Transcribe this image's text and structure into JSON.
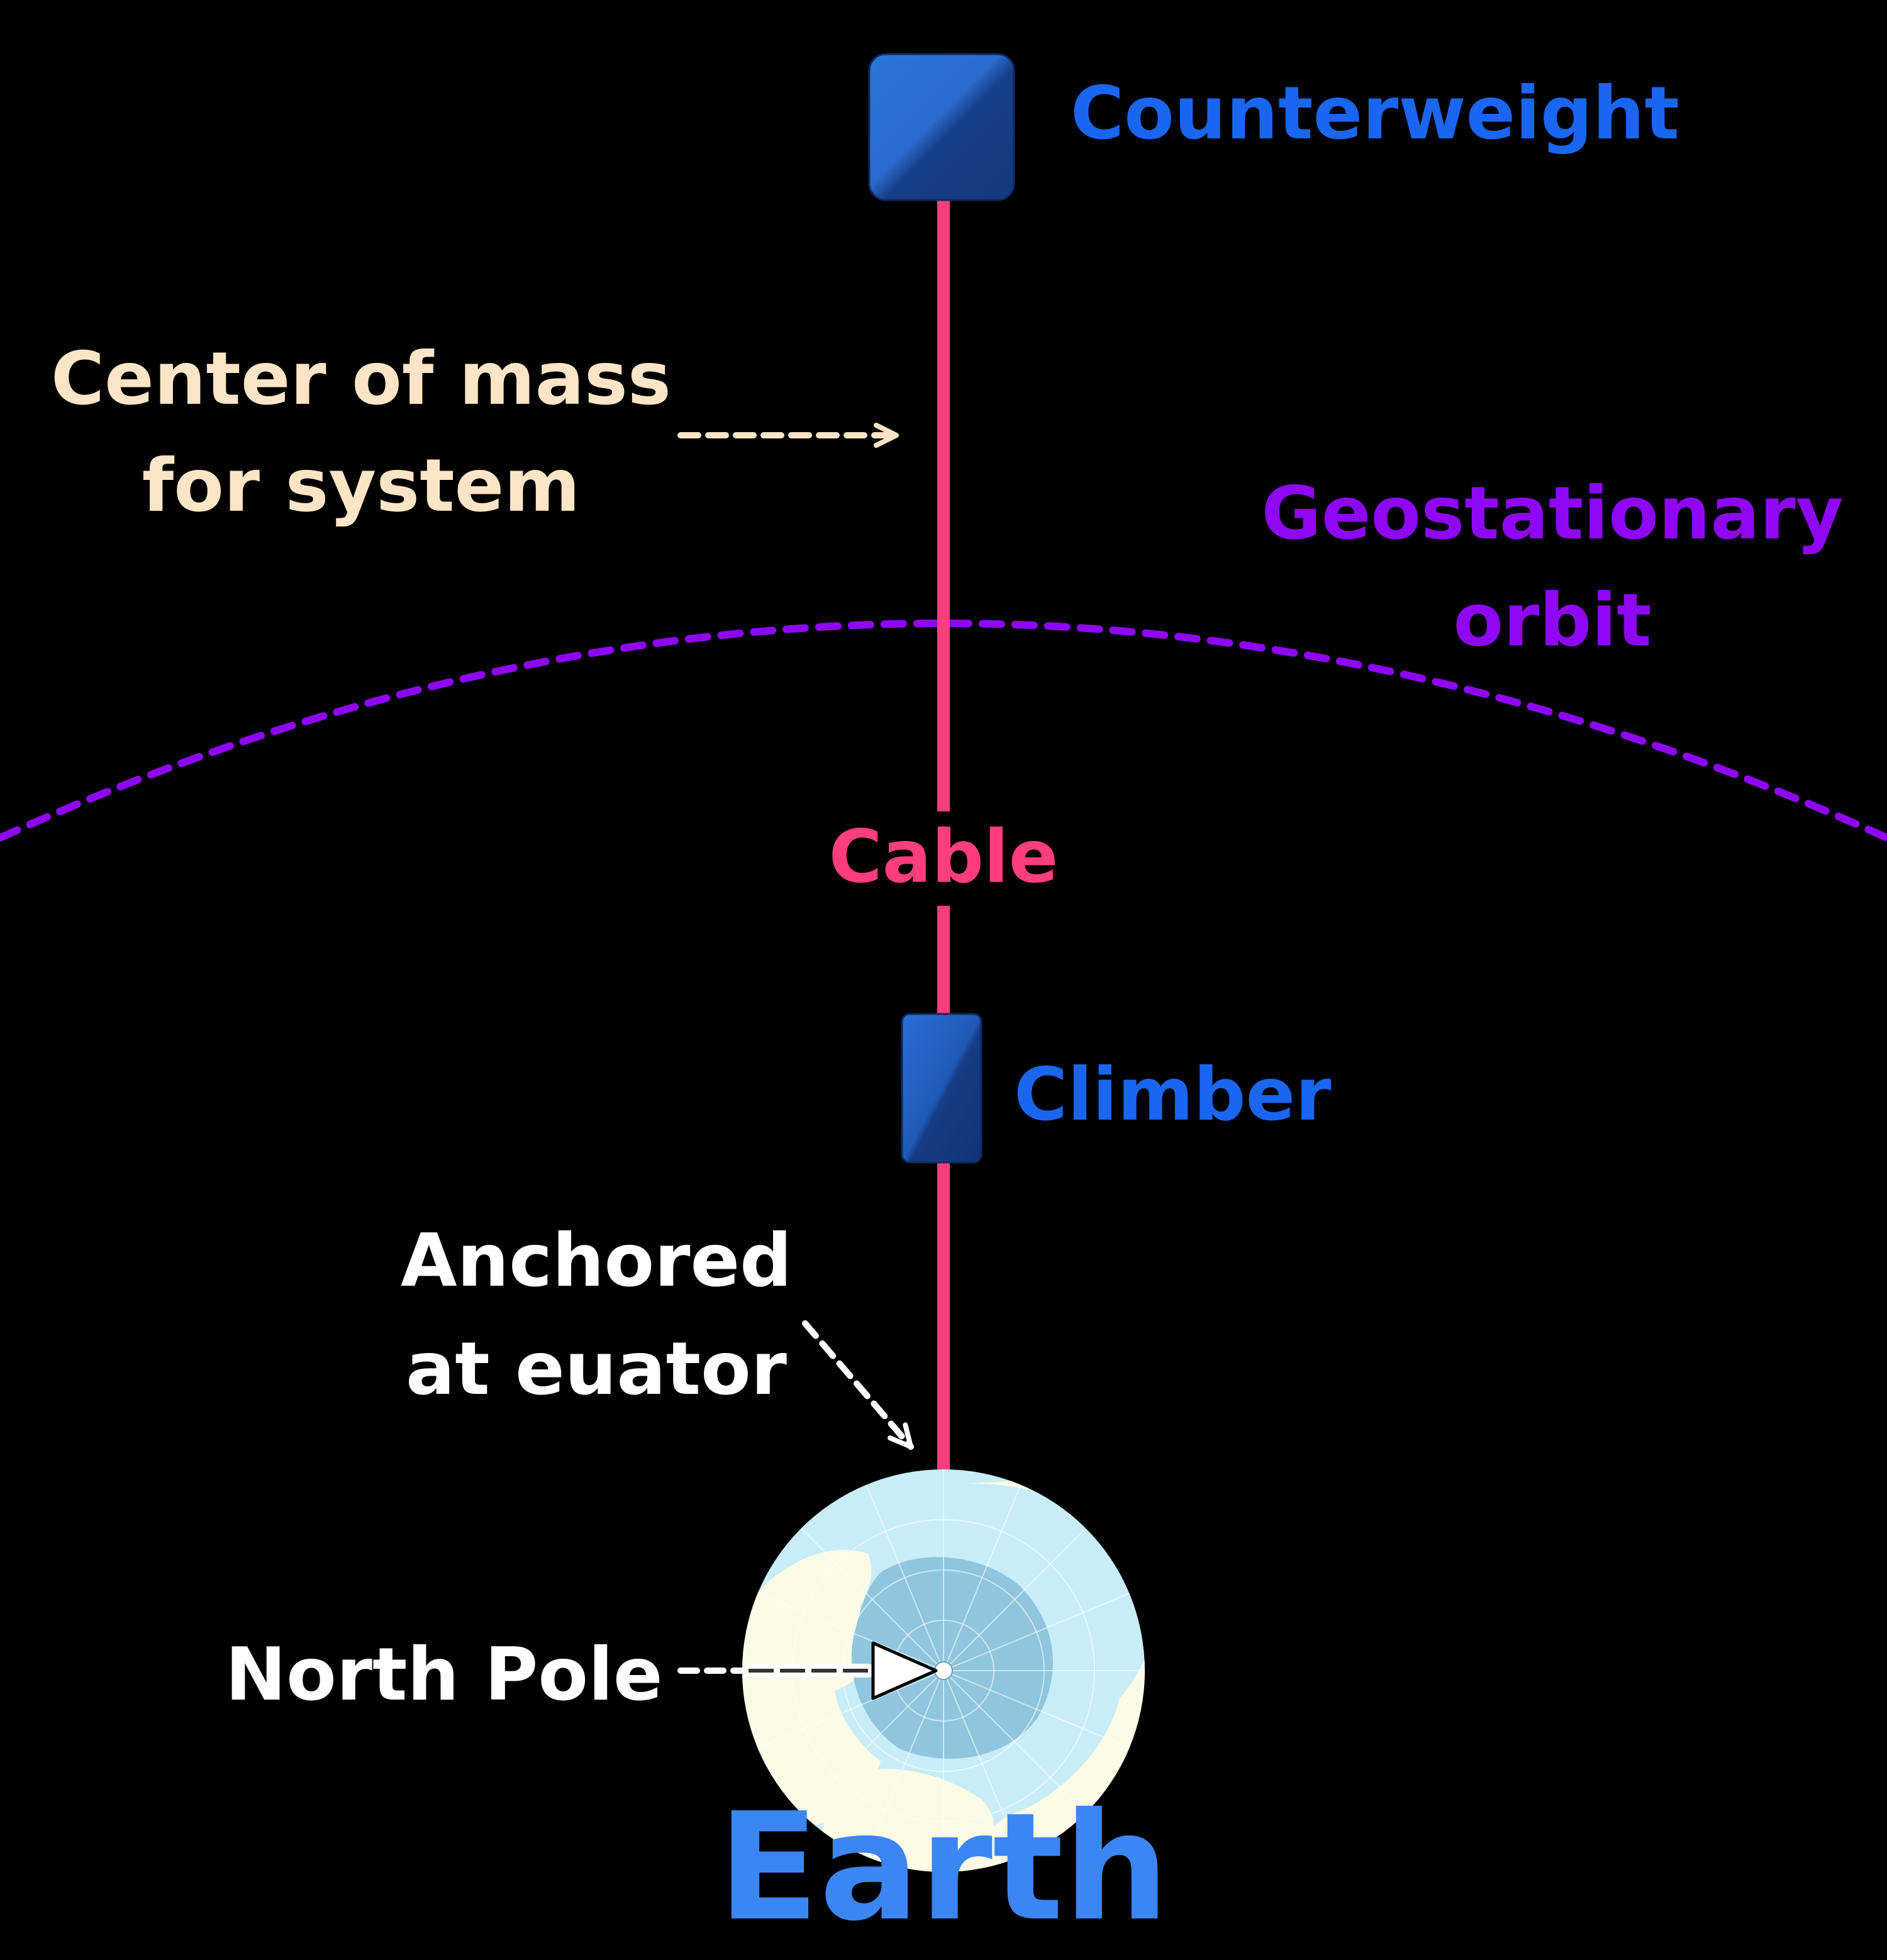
{
  "labels": {
    "counterweight": "Counterweight",
    "center_of_mass_line1": "Center of mass",
    "center_of_mass_line2": "for system",
    "geostationary_line1": "Geostationary",
    "geostationary_line2": "orbit",
    "cable": "Cable",
    "climber": "Climber",
    "anchored_line1": "Anchored",
    "anchored_line2": "at euator",
    "north_pole": "North Pole",
    "earth": "Earth"
  },
  "colors": {
    "background": "#000000",
    "cable": "#FF3D7F",
    "counterweight_label": "#1A66F0",
    "climber_label": "#1A66F0",
    "center_of_mass_label": "#FCE5C6",
    "geostationary_label": "#8E08F5",
    "orbit_line": "#8E08F5",
    "anchored_label": "#FFFFFF",
    "north_pole_label": "#FFFFFF",
    "earth_label": "#3B86F2",
    "ocean": "#C8ECF8",
    "land": "#FBFBE6",
    "arctic_ice": "#8FC6DD"
  },
  "icons": {
    "counterweight": "blue-square-block",
    "climber": "blue-rect-block",
    "earth": "polar-projection-globe"
  }
}
